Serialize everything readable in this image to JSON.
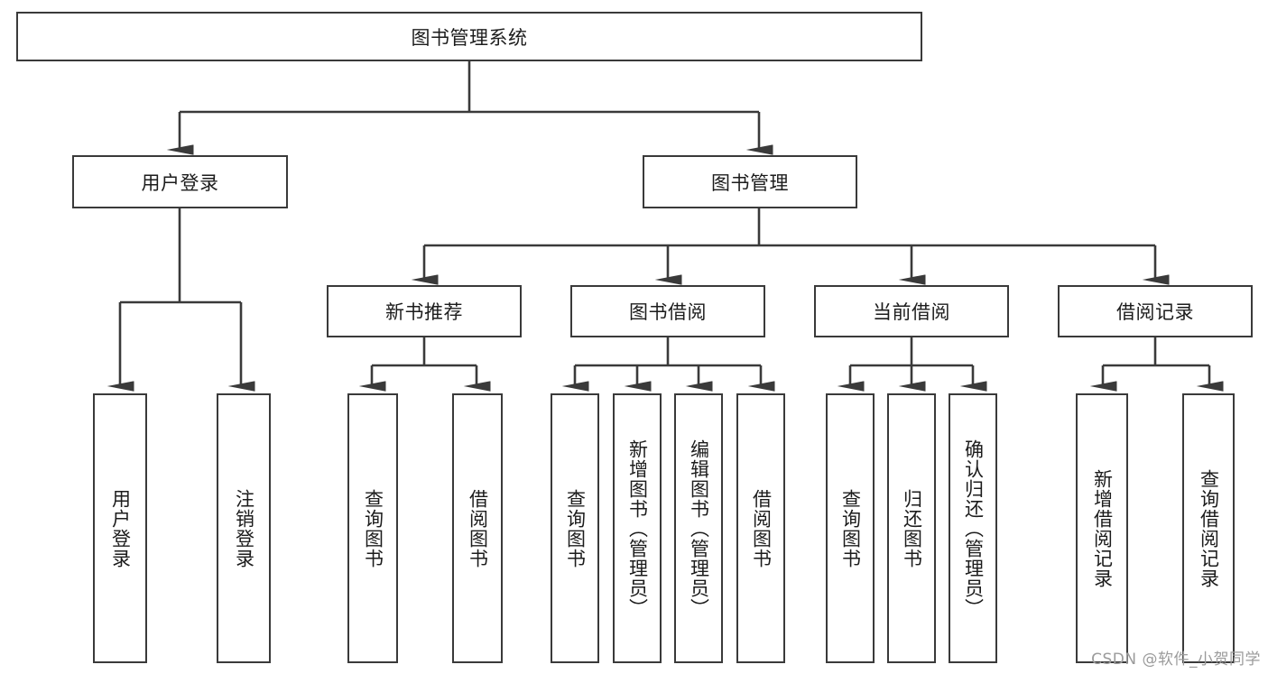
{
  "diagram": {
    "title_node": {
      "label": "图书管理系统"
    },
    "level2": [
      {
        "label": "用户登录"
      },
      {
        "label": "图书管理"
      }
    ],
    "level3": [
      {
        "label": "新书推荐"
      },
      {
        "label": "图书借阅"
      },
      {
        "label": "当前借阅"
      },
      {
        "label": "借阅记录"
      }
    ],
    "leaves_user_login": [
      {
        "label": "用户登录"
      },
      {
        "label": "注销登录"
      }
    ],
    "leaves_new_book": [
      {
        "label": "查询图书"
      },
      {
        "label": "借阅图书"
      }
    ],
    "leaves_borrow": [
      {
        "label": "查询图书"
      },
      {
        "label": "新增图书（管理员）"
      },
      {
        "label": "编辑图书（管理员）"
      },
      {
        "label": "借阅图书"
      }
    ],
    "leaves_current": [
      {
        "label": "查询图书"
      },
      {
        "label": "归还图书"
      },
      {
        "label": "确认归还（管理员）"
      }
    ],
    "leaves_records": [
      {
        "label": "新增借阅记录"
      },
      {
        "label": "查询借阅记录"
      }
    ],
    "watermark": "CSDN @软件_小贺同学",
    "colors": {
      "stroke": "#3a3a3a",
      "text": "#1c1c1c",
      "background": "#ffffff",
      "watermark": "#9b9b9b"
    }
  }
}
